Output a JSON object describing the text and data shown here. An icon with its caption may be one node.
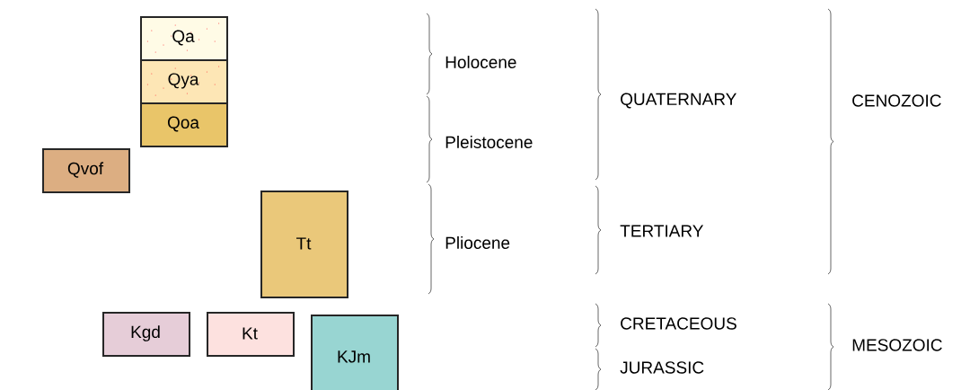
{
  "diagram": {
    "nodes": [
      {
        "text": [
          "Qa"
        ]
      },
      {
        "text": [
          "Qya"
        ]
      },
      {
        "text": [
          "Qoa"
        ]
      },
      {
        "text": [
          "Qvof"
        ]
      },
      {
        "text": [
          "Tt"
        ]
      },
      {
        "text": [
          "Kgd"
        ]
      },
      {
        "text": [
          "Kt"
        ]
      },
      {
        "text": [
          "KJm"
        ]
      }
    ],
    "labels": [
      "Holocene",
      "QUATERNARY",
      "CENOZOIC",
      "Pleistocene",
      "TERTIARY",
      "Pliocene",
      "CRETACEOUS",
      "MESOZOIC",
      "JURASSIC"
    ]
  }
}
